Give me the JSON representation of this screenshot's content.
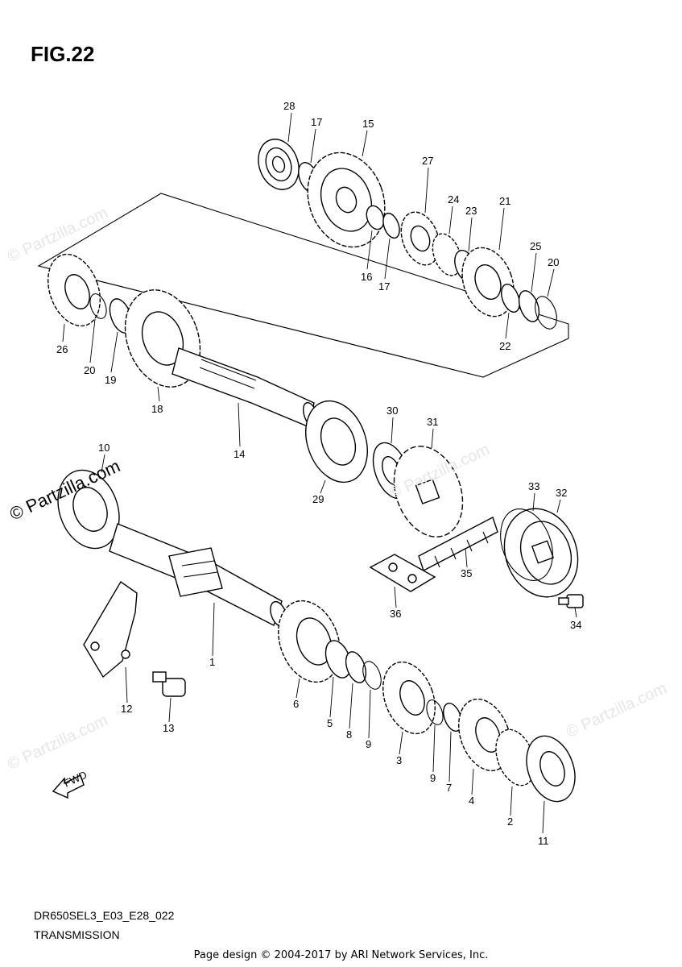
{
  "figure": {
    "title": "FIG.22"
  },
  "diagram": {
    "code": "DR650SEL3_E03_E28_022",
    "name": "TRANSMISSION"
  },
  "watermarks": {
    "main": "© Partzilla.com",
    "faint": "© Partzilla.com"
  },
  "direction_label": "FWD",
  "footer": {
    "credit": "Page design © 2004-2017 by ARI Network Services, Inc."
  },
  "callouts": [
    {
      "id": "28",
      "label": "28"
    },
    {
      "id": "17a",
      "label": "17"
    },
    {
      "id": "15",
      "label": "15"
    },
    {
      "id": "27",
      "label": "27"
    },
    {
      "id": "24",
      "label": "24"
    },
    {
      "id": "23",
      "label": "23"
    },
    {
      "id": "21",
      "label": "21"
    },
    {
      "id": "25",
      "label": "25"
    },
    {
      "id": "20a",
      "label": "20"
    },
    {
      "id": "16",
      "label": "16"
    },
    {
      "id": "17b",
      "label": "17"
    },
    {
      "id": "22",
      "label": "22"
    },
    {
      "id": "26",
      "label": "26"
    },
    {
      "id": "20b",
      "label": "20"
    },
    {
      "id": "19",
      "label": "19"
    },
    {
      "id": "18",
      "label": "18"
    },
    {
      "id": "14",
      "label": "14"
    },
    {
      "id": "30",
      "label": "30"
    },
    {
      "id": "31",
      "label": "31"
    },
    {
      "id": "29",
      "label": "29"
    },
    {
      "id": "10",
      "label": "10"
    },
    {
      "id": "33",
      "label": "33"
    },
    {
      "id": "32",
      "label": "32"
    },
    {
      "id": "35",
      "label": "35"
    },
    {
      "id": "36",
      "label": "36"
    },
    {
      "id": "34",
      "label": "34"
    },
    {
      "id": "1",
      "label": "1"
    },
    {
      "id": "12",
      "label": "12"
    },
    {
      "id": "13",
      "label": "13"
    },
    {
      "id": "6",
      "label": "6"
    },
    {
      "id": "5",
      "label": "5"
    },
    {
      "id": "8",
      "label": "8"
    },
    {
      "id": "9a",
      "label": "9"
    },
    {
      "id": "3",
      "label": "3"
    },
    {
      "id": "9b",
      "label": "9"
    },
    {
      "id": "7",
      "label": "7"
    },
    {
      "id": "4",
      "label": "4"
    },
    {
      "id": "2",
      "label": "2"
    },
    {
      "id": "11",
      "label": "11"
    }
  ]
}
